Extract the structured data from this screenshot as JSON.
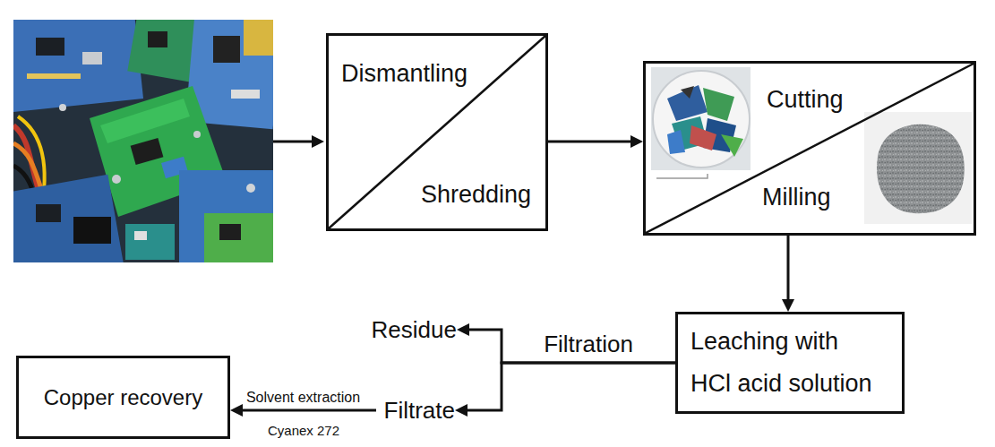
{
  "diagram": {
    "nodes": [
      {
        "text": [
          "Dismantling",
          "Shredding"
        ]
      },
      {
        "text": [
          "Cutting",
          "Milling"
        ]
      },
      {
        "text": [
          "Leaching with HCl acid solution"
        ]
      },
      {
        "text": [
          "Residue"
        ]
      },
      {
        "text": [
          "Filtrate"
        ]
      },
      {
        "text": [
          "Copper recovery"
        ]
      }
    ],
    "edges": [
      {
        "from": 0,
        "to": 1,
        "arrow": "to"
      },
      {
        "from": 1,
        "to": 2,
        "arrow": "to"
      },
      {
        "from": 2,
        "to": 3,
        "label": "Filtration",
        "arrow": "to"
      },
      {
        "from": 2,
        "to": 4,
        "arrow": "to"
      },
      {
        "from": 4,
        "to": 5,
        "label": "Solvent extraction",
        "arrow": "to"
      }
    ],
    "labels": [
      "Cyanex 272"
    ]
  }
}
